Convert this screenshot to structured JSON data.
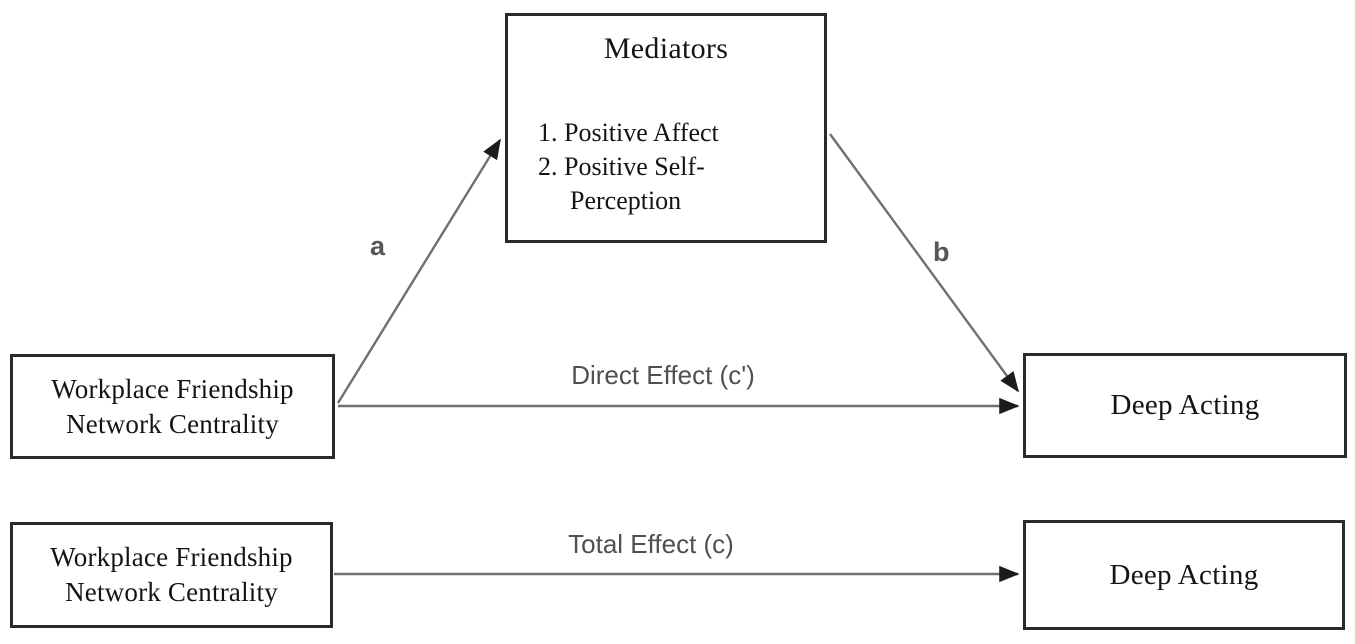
{
  "diagram": {
    "title_hint": "Two-panel mediation model",
    "mediators": {
      "title": "Mediators",
      "items": [
        "1. Positive Affect",
        "2. Positive Self-\nPerception"
      ]
    },
    "row1": {
      "predictor": "Workplace Friendship\nNetwork Centrality",
      "outcome": "Deep Acting",
      "path_a_label": "a",
      "path_b_label": "b",
      "direct_effect_label": "Direct Effect (c')"
    },
    "row2": {
      "predictor": "Workplace Friendship\nNetwork Centrality",
      "outcome": "Deep Acting",
      "total_effect_label": "Total Effect (c)"
    },
    "colors": {
      "box_border": "#2a2a2a",
      "box_text": "#141414",
      "arrow_line": "#6e7072",
      "arrowhead": "#1c1c1c",
      "label_text": "#55575a"
    }
  }
}
